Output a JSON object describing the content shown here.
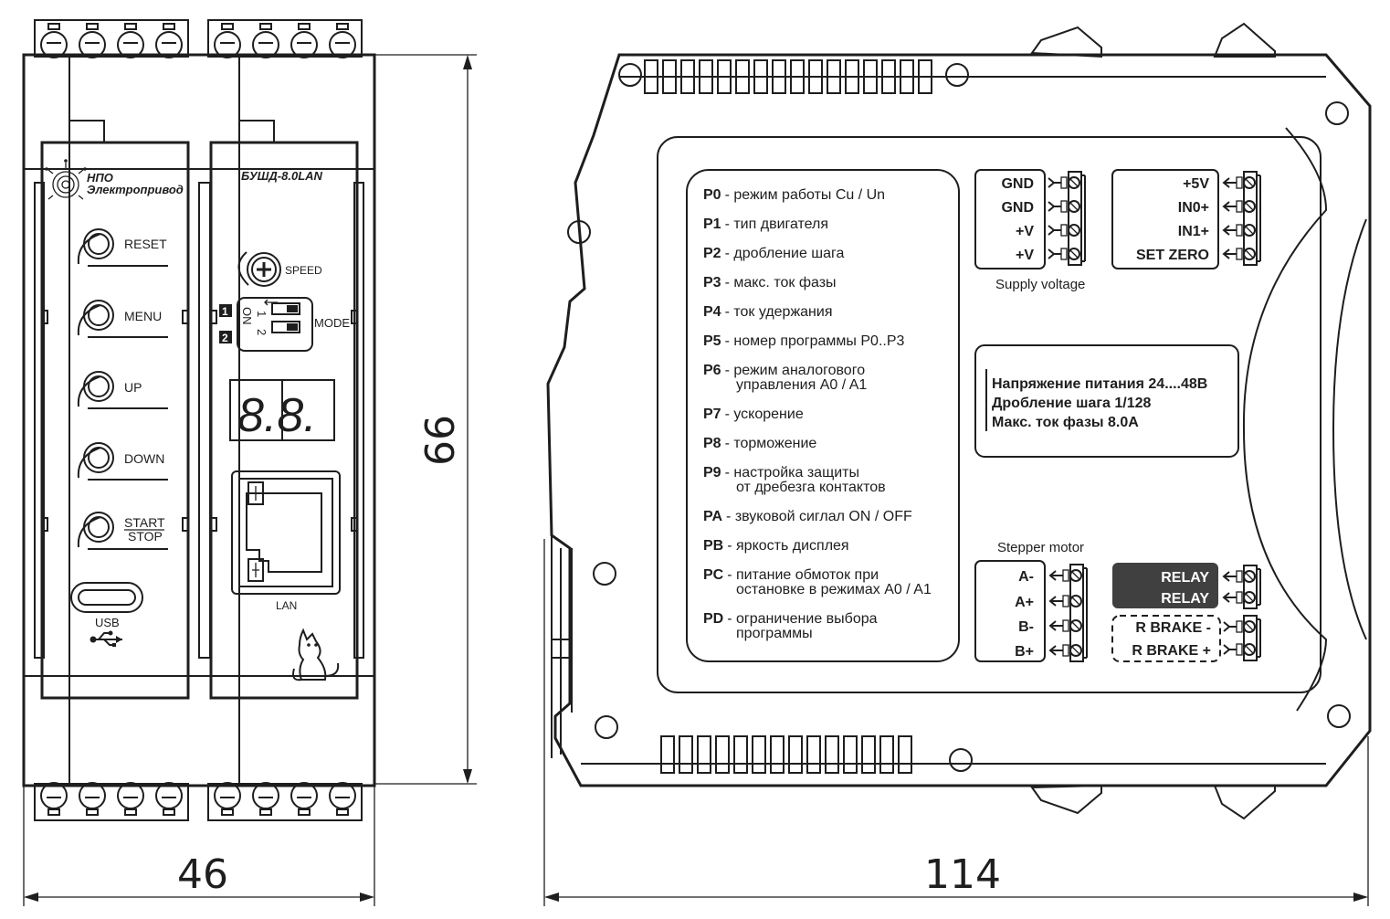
{
  "dimensions": {
    "width": "46",
    "height": "99",
    "length": "114"
  },
  "front": {
    "brand_line1": "НПО",
    "brand_line2": "Электропривод",
    "model": "БУШД-8.0LAN",
    "buttons": {
      "reset": "RESET",
      "menu": "MENU",
      "up": "UP",
      "down": "DOWN",
      "start": "START",
      "stop": "STOP"
    },
    "usb_label": "USB",
    "speed_label": "SPEED",
    "mode_label": "MODE",
    "dip": {
      "on": "ON",
      "sw1": "1",
      "sw2": "2",
      "badge1": "1",
      "badge2": "2"
    },
    "display": "8.8.",
    "lan_label": "LAN"
  },
  "params": [
    {
      "code": "P0",
      "text": "- режим работы Cu / Un",
      "text2": ""
    },
    {
      "code": "P1",
      "text": "- тип двигателя",
      "text2": ""
    },
    {
      "code": "P2",
      "text": "- дробление шага",
      "text2": ""
    },
    {
      "code": "P3",
      "text": "- макс. ток фазы",
      "text2": ""
    },
    {
      "code": "P4",
      "text": "- ток удержания",
      "text2": ""
    },
    {
      "code": "P5",
      "text": "- номер программы P0..P3",
      "text2": ""
    },
    {
      "code": "P6",
      "text": "- режим аналогового",
      "text2": "управления A0 / A1"
    },
    {
      "code": "P7",
      "text": "- ускорение",
      "text2": ""
    },
    {
      "code": "P8",
      "text": "- торможение",
      "text2": ""
    },
    {
      "code": "P9",
      "text": "- настройка защиты",
      "text2": "от дребезга контактов"
    },
    {
      "code": "PA",
      "text": "- звуковой сиглал ON / OFF",
      "text2": ""
    },
    {
      "code": "PB",
      "text": "- яркость дисплея",
      "text2": ""
    },
    {
      "code": "PC",
      "text": "- питание обмоток при",
      "text2": "остановке в режимах A0 / A1"
    },
    {
      "code": "PD",
      "text": "- ограничение выбора",
      "text2": "программы"
    }
  ],
  "supply": {
    "caption": "Supply voltage",
    "pins": [
      "GND",
      "GND",
      "+V",
      "+V"
    ]
  },
  "inputs": {
    "pins": [
      "+5V",
      "IN0+",
      "IN1+",
      "SET ZERO"
    ]
  },
  "specs": [
    "Напряжение питания 24....48В",
    "Дробление шага 1/128",
    "Макс. ток фазы 8.0А"
  ],
  "motor": {
    "caption": "Stepper motor",
    "pins": [
      "A-",
      "A+",
      "B-",
      "B+"
    ]
  },
  "relay": {
    "pins": [
      "RELAY",
      "RELAY"
    ]
  },
  "brake": {
    "pins": [
      "R BRAKE -",
      "R BRAKE +"
    ]
  },
  "colors": {
    "line": "#1e1e1e",
    "relay_fill": "#404040",
    "background": "#ffffff"
  }
}
